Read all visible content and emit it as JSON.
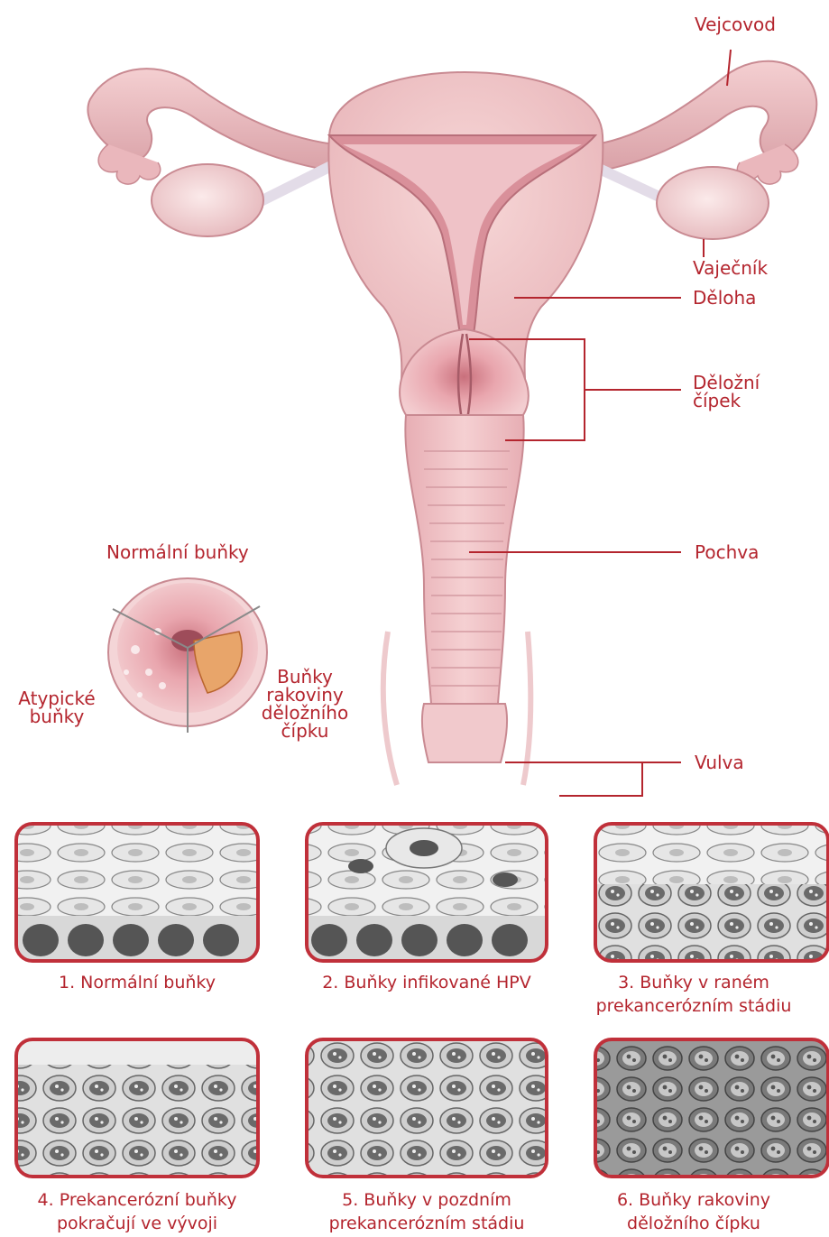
{
  "anatomy_labels": {
    "fallopian_tube": "Vejcovod",
    "ovary": "Vaječník",
    "uterus": "Děloha",
    "cervix_line1": "Děložní",
    "cervix_line2": "čípek",
    "vagina": "Pochva",
    "vulva": "Vulva"
  },
  "cervix_view_labels": {
    "normal": "Normální buňky",
    "atypical_line1": "Atypické",
    "atypical_line2": "buňky",
    "cancer_line1": "Buňky",
    "cancer_line2": "rakoviny",
    "cancer_line3": "děložního",
    "cancer_line4": "čípku"
  },
  "stages": [
    {
      "line1": "1. Normální buňky",
      "line2": ""
    },
    {
      "line1": "2. Buňky infikované HPV",
      "line2": ""
    },
    {
      "line1": "3. Buňky v raném",
      "line2": "prekancerózním stádiu"
    },
    {
      "line1": "4. Prekancerózní buňky",
      "line2": "pokračují ve vývoji"
    },
    {
      "line1": "5. Buňky v pozdním",
      "line2": "prekancerózním stádiu"
    },
    {
      "line1": "6. Buňky rakoviny",
      "line2": "děložního čípku"
    }
  ],
  "colors": {
    "label_red": "#b4252e",
    "tissue_pink": "#f2c4c6",
    "tissue_dark": "#c98a92",
    "frame_red": "#c0303a"
  }
}
